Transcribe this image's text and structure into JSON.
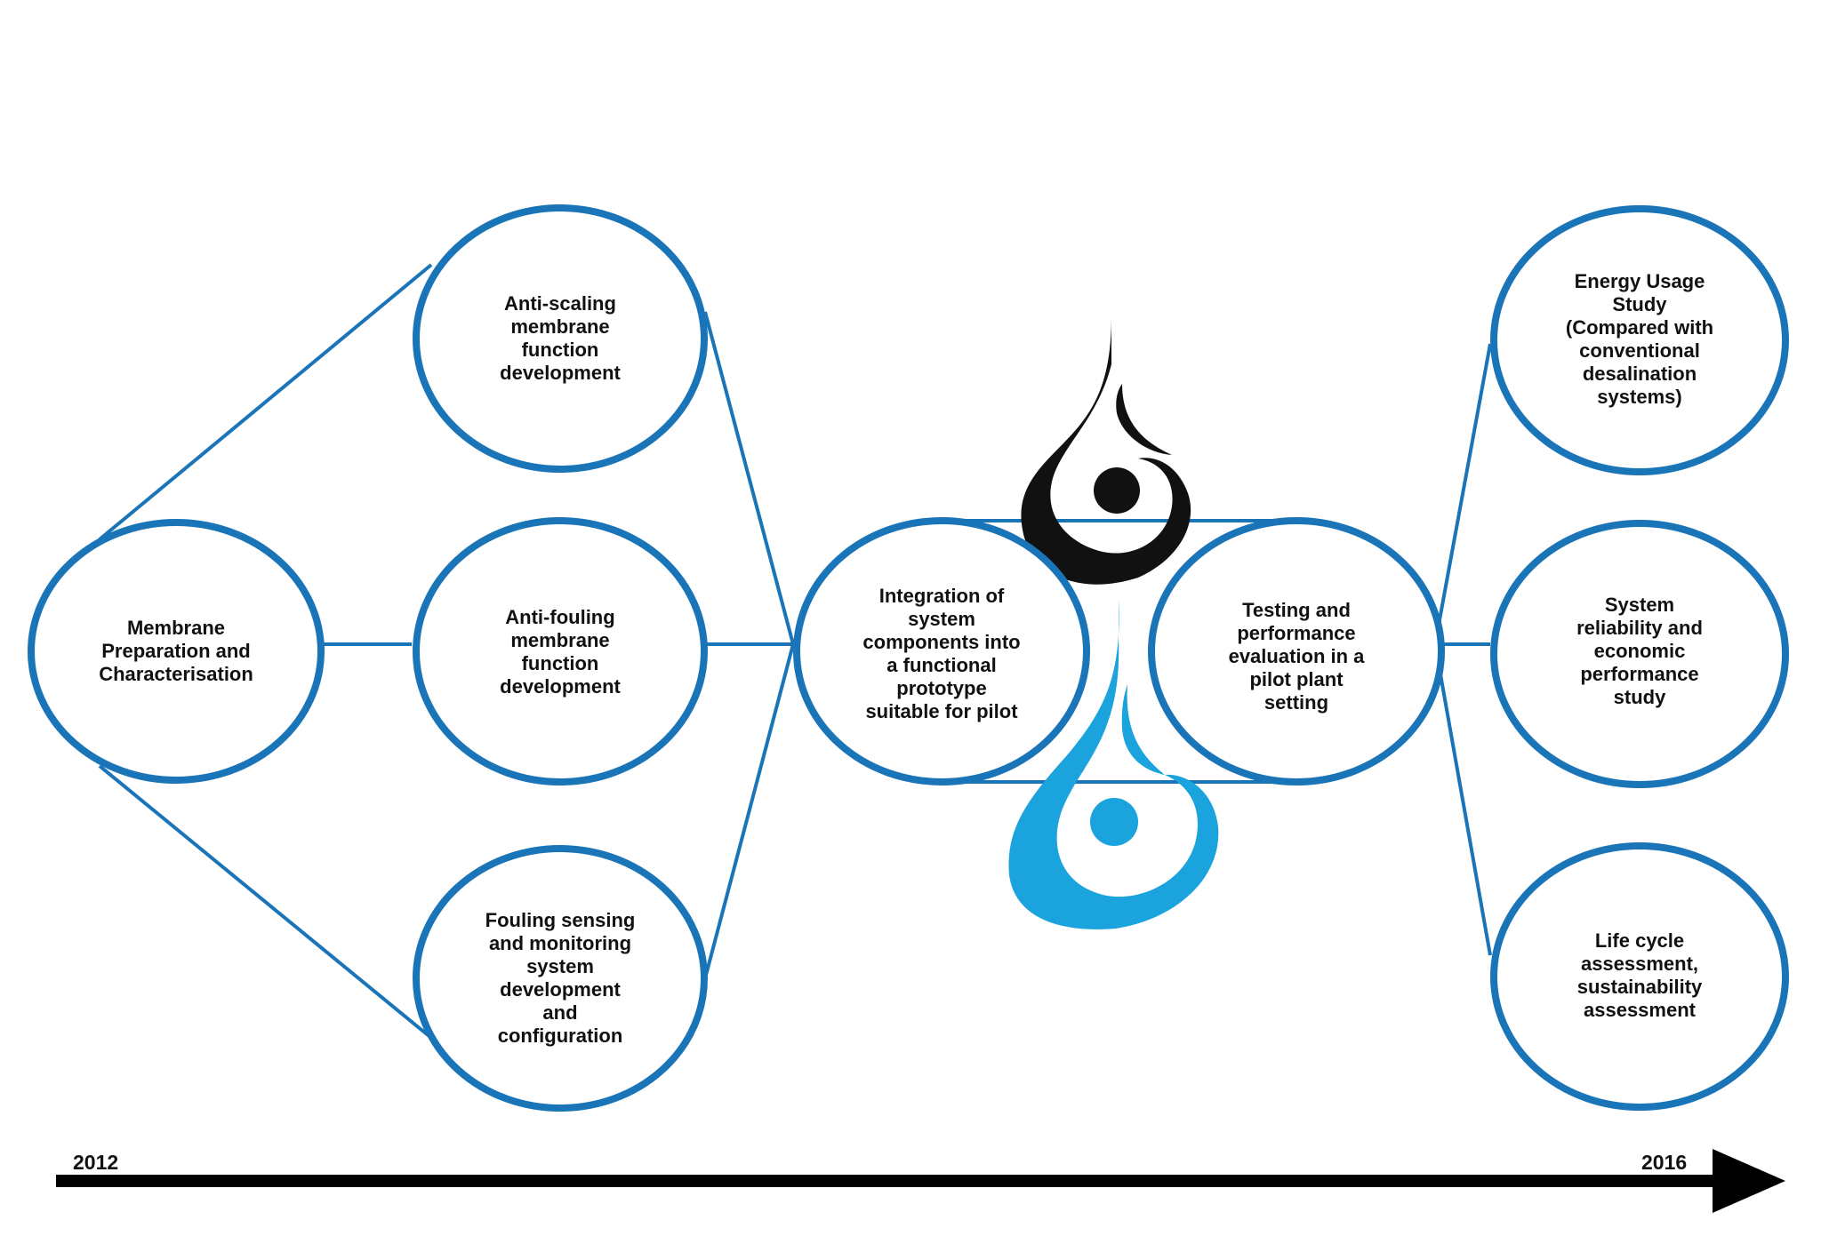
{
  "diagram": {
    "colors": {
      "stroke": "#1a74b8",
      "logo_dark": "#111111",
      "logo_light": "#1ba3dd",
      "arrow": "#000000"
    },
    "nodes": {
      "membrane_prep": "Membrane\nPreparation and\nCharacterisation",
      "anti_scaling": "Anti-scaling\nmembrane\nfunction\ndevelopment",
      "anti_fouling": "Anti-fouling\nmembrane\nfunction\ndevelopment",
      "fouling_sensing": "Fouling sensing\nand monitoring\nsystem\ndevelopment\nand\nconfiguration",
      "integration": "Integration of\nsystem\ncomponents into\na functional\nprototype\nsuitable for pilot",
      "testing": "Testing and\nperformance\nevaluation in a\npilot plant\nsetting",
      "energy_usage": "Energy Usage\nStudy\n(Compared with\nconventional\ndesalination\nsystems)",
      "system_reliability": "System\nreliability and\neconomic\nperformance\nstudy",
      "life_cycle": "Life cycle\nassessment,\nsustainability\nassessment"
    },
    "timeline": {
      "start": "2012",
      "end": "2016"
    },
    "logo": "water-drop-logo"
  }
}
